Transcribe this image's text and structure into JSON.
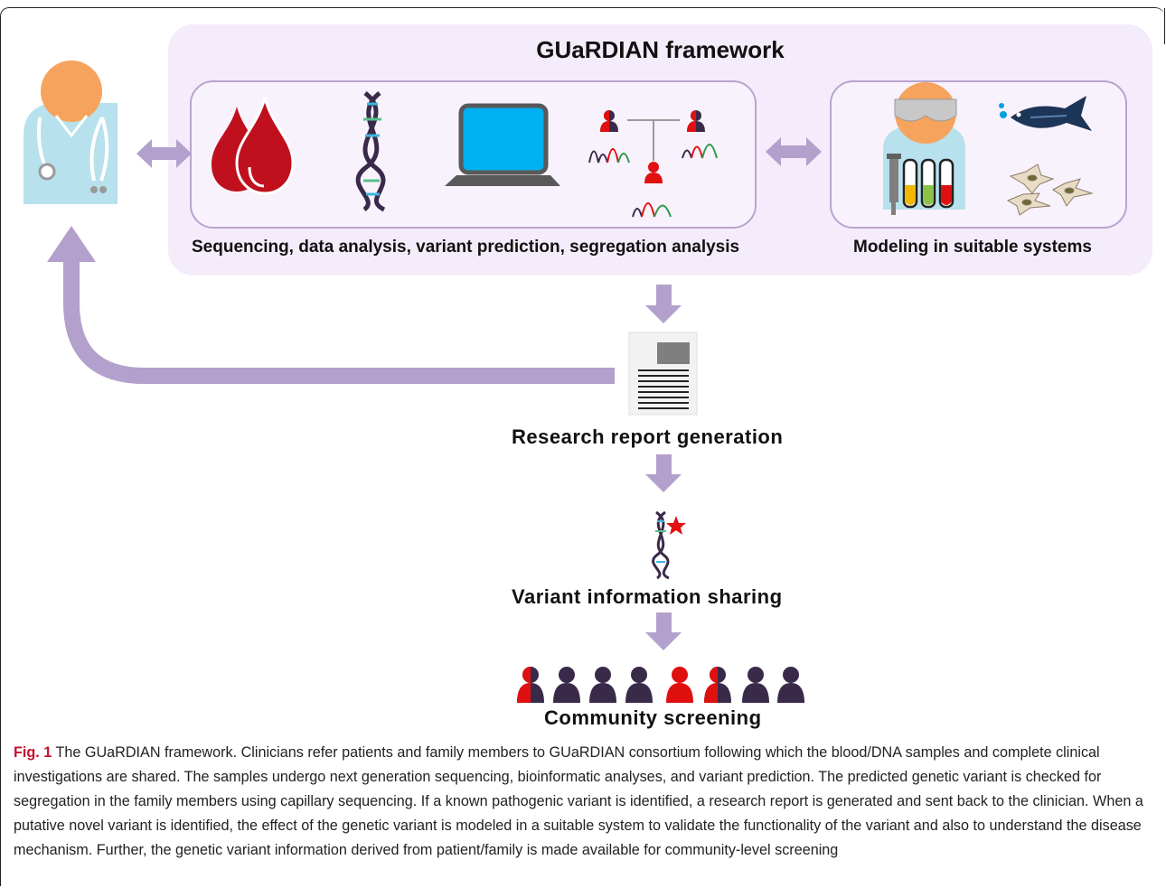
{
  "framework": {
    "title": "GUaRDIAN framework",
    "sequencing_label": "Sequencing, data analysis, variant prediction, segregation analysis",
    "modeling_label": "Modeling in suitable systems"
  },
  "steps": {
    "report_label": "Research report generation",
    "variant_label": "Variant information sharing",
    "community_label": "Community screening"
  },
  "caption": {
    "fig_label": "Fig. 1",
    "text": " The GUaRDIAN framework. Clinicians refer patients and family members to GUaRDIAN consortium following which the blood/DNA samples and complete clinical investigations are shared. The samples undergo next generation sequencing, bioinformatic analyses, and variant prediction. The predicted genetic variant is checked for segregation in the family members using capillary sequencing. If a known pathogenic variant is identified, a research report is generated and sent back to the clinician. When a putative novel variant is identified, the effect of the genetic variant is modeled in a suitable system to validate the functionality of the variant and also to understand the disease mechanism. Further, the genetic variant information derived from patient/family is made available for community-level screening"
  },
  "colors": {
    "arrow": "#b4a0cc",
    "framework_bg": "#f4ecfa",
    "box_border": "#b9a4cf",
    "blood": "#c0101e",
    "affected": "#e01010",
    "unaffected": "#3a2a4a",
    "screen": "#00b0f0",
    "doctor_face": "#f6a35d",
    "doctor_coat": "#b7e1ec",
    "fish": "#1d3557"
  },
  "icons": [
    "clinician-icon",
    "blood-drop-icon",
    "dna-icon",
    "laptop-icon",
    "pedigree-icon",
    "scientist-icon",
    "fish-icon",
    "cells-icon",
    "report-icon",
    "variant-dna-icon",
    "people-icon"
  ]
}
